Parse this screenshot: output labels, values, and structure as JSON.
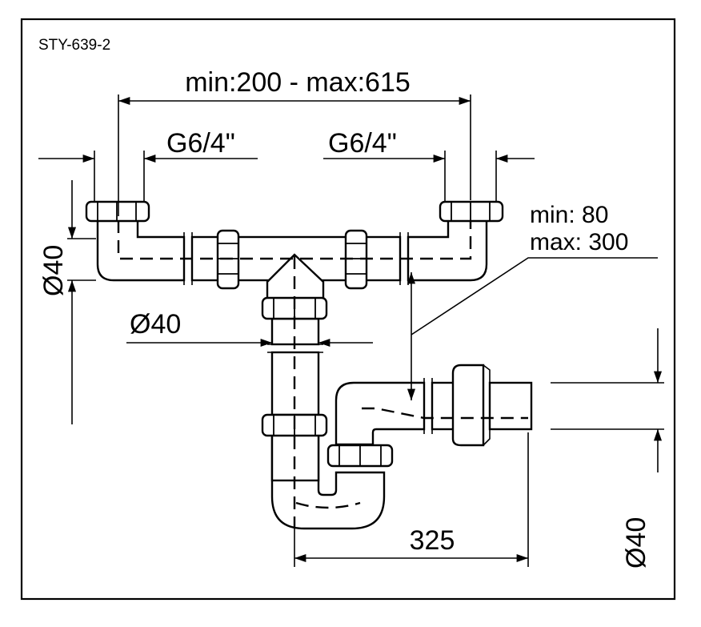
{
  "model_code": "STY-639-2",
  "labels": {
    "span": "min:200 - max:615",
    "thread_left": "G6/4\"",
    "thread_right": "G6/4\"",
    "dia_left": "Ø40",
    "dia_mid": "Ø40",
    "dia_right": "Ø40",
    "height_min": "min: 80",
    "height_max": "max: 300",
    "length": "325"
  }
}
